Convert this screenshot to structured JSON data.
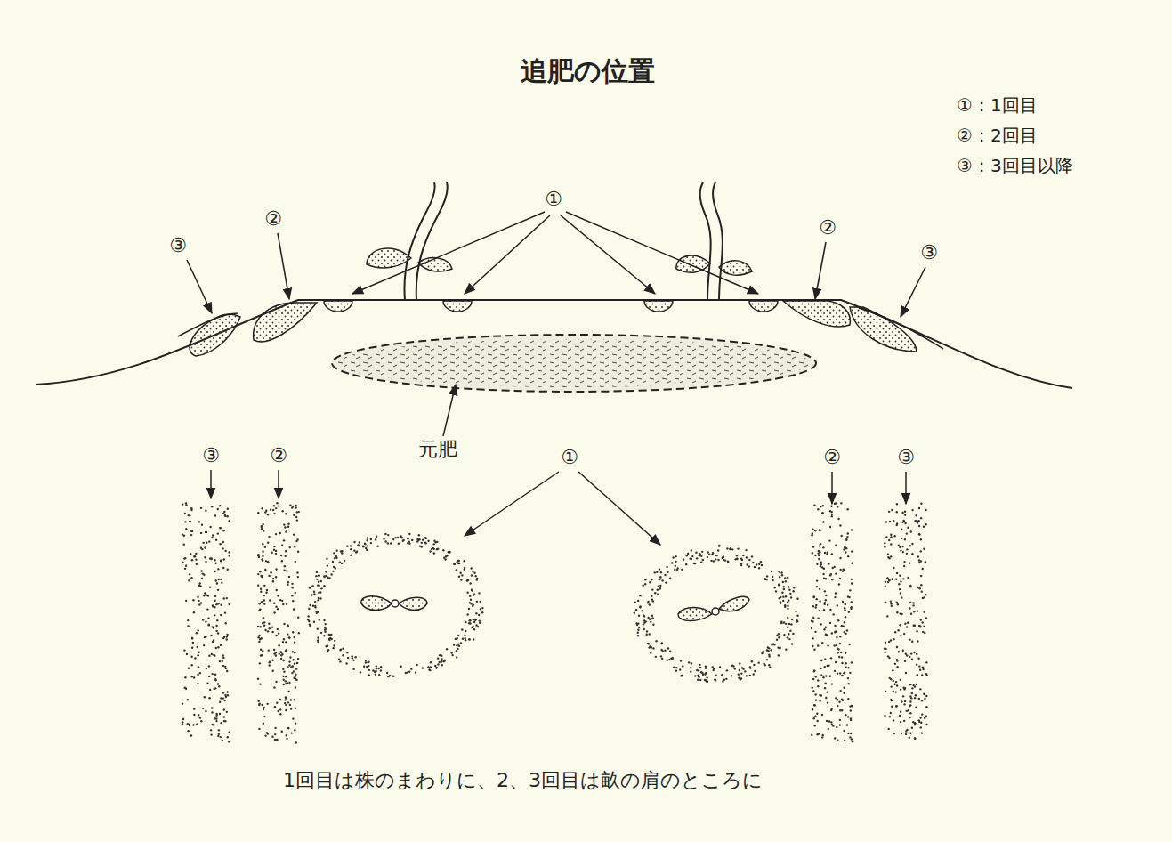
{
  "diagram": {
    "title": "追肥の位置",
    "caption": "1回目は株のまわりに、2、3回目は畝の肩のところに",
    "labels": [
      "①：1回目",
      "②：2回目",
      "③：3回目以降",
      "③",
      "②",
      "①",
      "②",
      "③",
      "元肥",
      "③",
      "②",
      "①",
      "②",
      "③"
    ]
  }
}
